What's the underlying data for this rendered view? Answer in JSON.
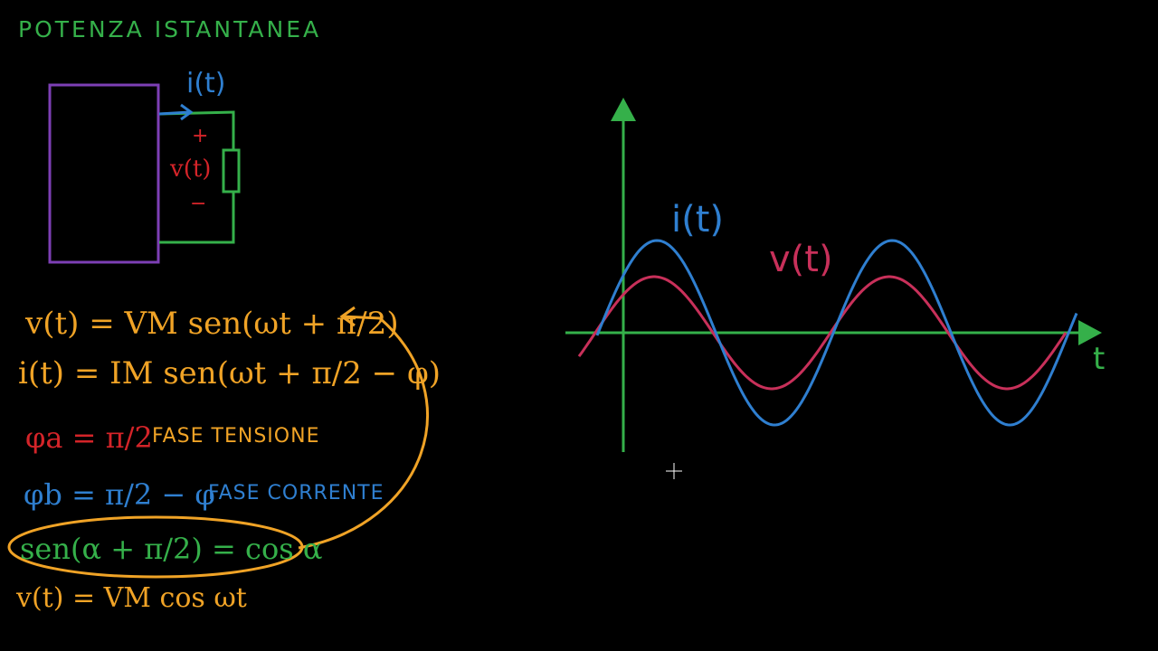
{
  "title": "POTENZA ISTANTANEA",
  "circuit": {
    "current_label": "i(t)",
    "voltage_label": "v(t)",
    "plus": "+",
    "minus": "−"
  },
  "equations": {
    "v_def": "v(t) = VM sen(ωt + π/2)",
    "i_def": "i(t) = IM sen(ωt + π/2 − φ)",
    "phi_a": "φa = π/2",
    "phi_a_label": "FASE TENSIONE",
    "phi_b": "φb = π/2 − φ",
    "phi_b_label": "FASE CORRENTE",
    "identity": "sen(α + π/2) = cos α",
    "v_cos": "v(t) = VM cos ωt"
  },
  "graph": {
    "x_axis_label": "t",
    "current_label": "i(t)",
    "voltage_label": "v(t)"
  },
  "colors": {
    "background": "#000000",
    "green": "#35b04a",
    "orange": "#f0a326",
    "red": "#d42429",
    "blue": "#2f7fd0",
    "purple": "#7d3fb5",
    "wave_current": "#2f7fd0",
    "wave_voltage": "#c8305a"
  }
}
